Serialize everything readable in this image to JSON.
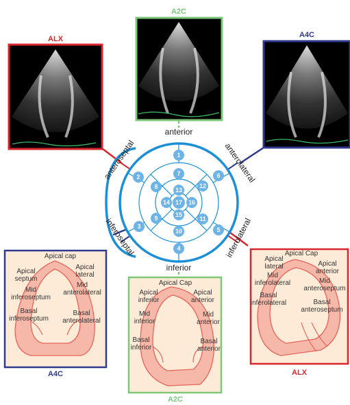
{
  "colors": {
    "alx": "#d9262c",
    "a2c": "#7dc67a",
    "a4c": "#2f3a8f",
    "bullseye": "#1c8fd6",
    "segment": "#6db3e6",
    "wall": "#f28b82",
    "panel": "#fdebd8"
  },
  "views": {
    "alx_top": "ALX",
    "a2c_top": "A2C",
    "a4c_top": "A4C",
    "a4c_bottom": "A4C",
    "a2c_bottom": "A2C",
    "alx_bottom": "ALX"
  },
  "walls": {
    "anterior": "anterior",
    "inferior": "inferior",
    "anteroseptal": "anteroseptal",
    "anterolateral": "anterolateral",
    "inferoseptal": "inferoseptal",
    "inferolateral": "inferolateral"
  },
  "segments": [
    "1",
    "2",
    "3",
    "4",
    "5",
    "6",
    "7",
    "8",
    "9",
    "10",
    "11",
    "12",
    "13",
    "14",
    "15",
    "16",
    "17"
  ],
  "a4c_labels": {
    "apical_cap": "Apical cap",
    "apical_septum_1": "Apical",
    "apical_septum_2": "septum",
    "mid_inferoseptum_1": "Mid",
    "mid_inferoseptum_2": "inferoseptum",
    "basal_inferoseptum_1": "Basal",
    "basal_inferoseptum_2": "inferoseptum",
    "apical_lateral_1": "Apical",
    "apical_lateral_2": "lateral",
    "mid_anterolateral_1": "Mid",
    "mid_anterolateral_2": "anterolateral",
    "basal_anterolateral_1": "Basal",
    "basal_anterolateral_2": "anterolateral"
  },
  "a2c_labels": {
    "apical_cap": "Apical Cap",
    "apical_inferior_1": "Apical",
    "apical_inferior_2": "inferior",
    "mid_inferior_1": "Mid",
    "mid_inferior_2": "inferior",
    "basal_inferior_1": "Basal",
    "basal_inferior_2": "inferior",
    "apical_anterior_1": "Apical",
    "apical_anterior_2": "anterior",
    "mid_anterior_1": "Mid",
    "mid_anterior_2": "anterior",
    "basal_anterior_1": "Basal",
    "basal_anterior_2": "anterior"
  },
  "alx_labels": {
    "apical_cap": "Apical Cap",
    "apical_lateral_1": "Apical",
    "apical_lateral_2": "lateral",
    "mid_inferolateral_1": "Mid",
    "mid_inferolateral_2": "inferolateral",
    "basal_inferolateral_1": "Basal",
    "basal_inferolateral_2": "inferolateral",
    "apical_anterior_1": "Apical",
    "apical_anterior_2": "anterior",
    "mid_anteroseptum_1": "Mid",
    "mid_anteroseptum_2": "anteroseptum",
    "basal_anteroseptum_1": "Basal",
    "basal_anteroseptum_2": "anteroseptum"
  }
}
